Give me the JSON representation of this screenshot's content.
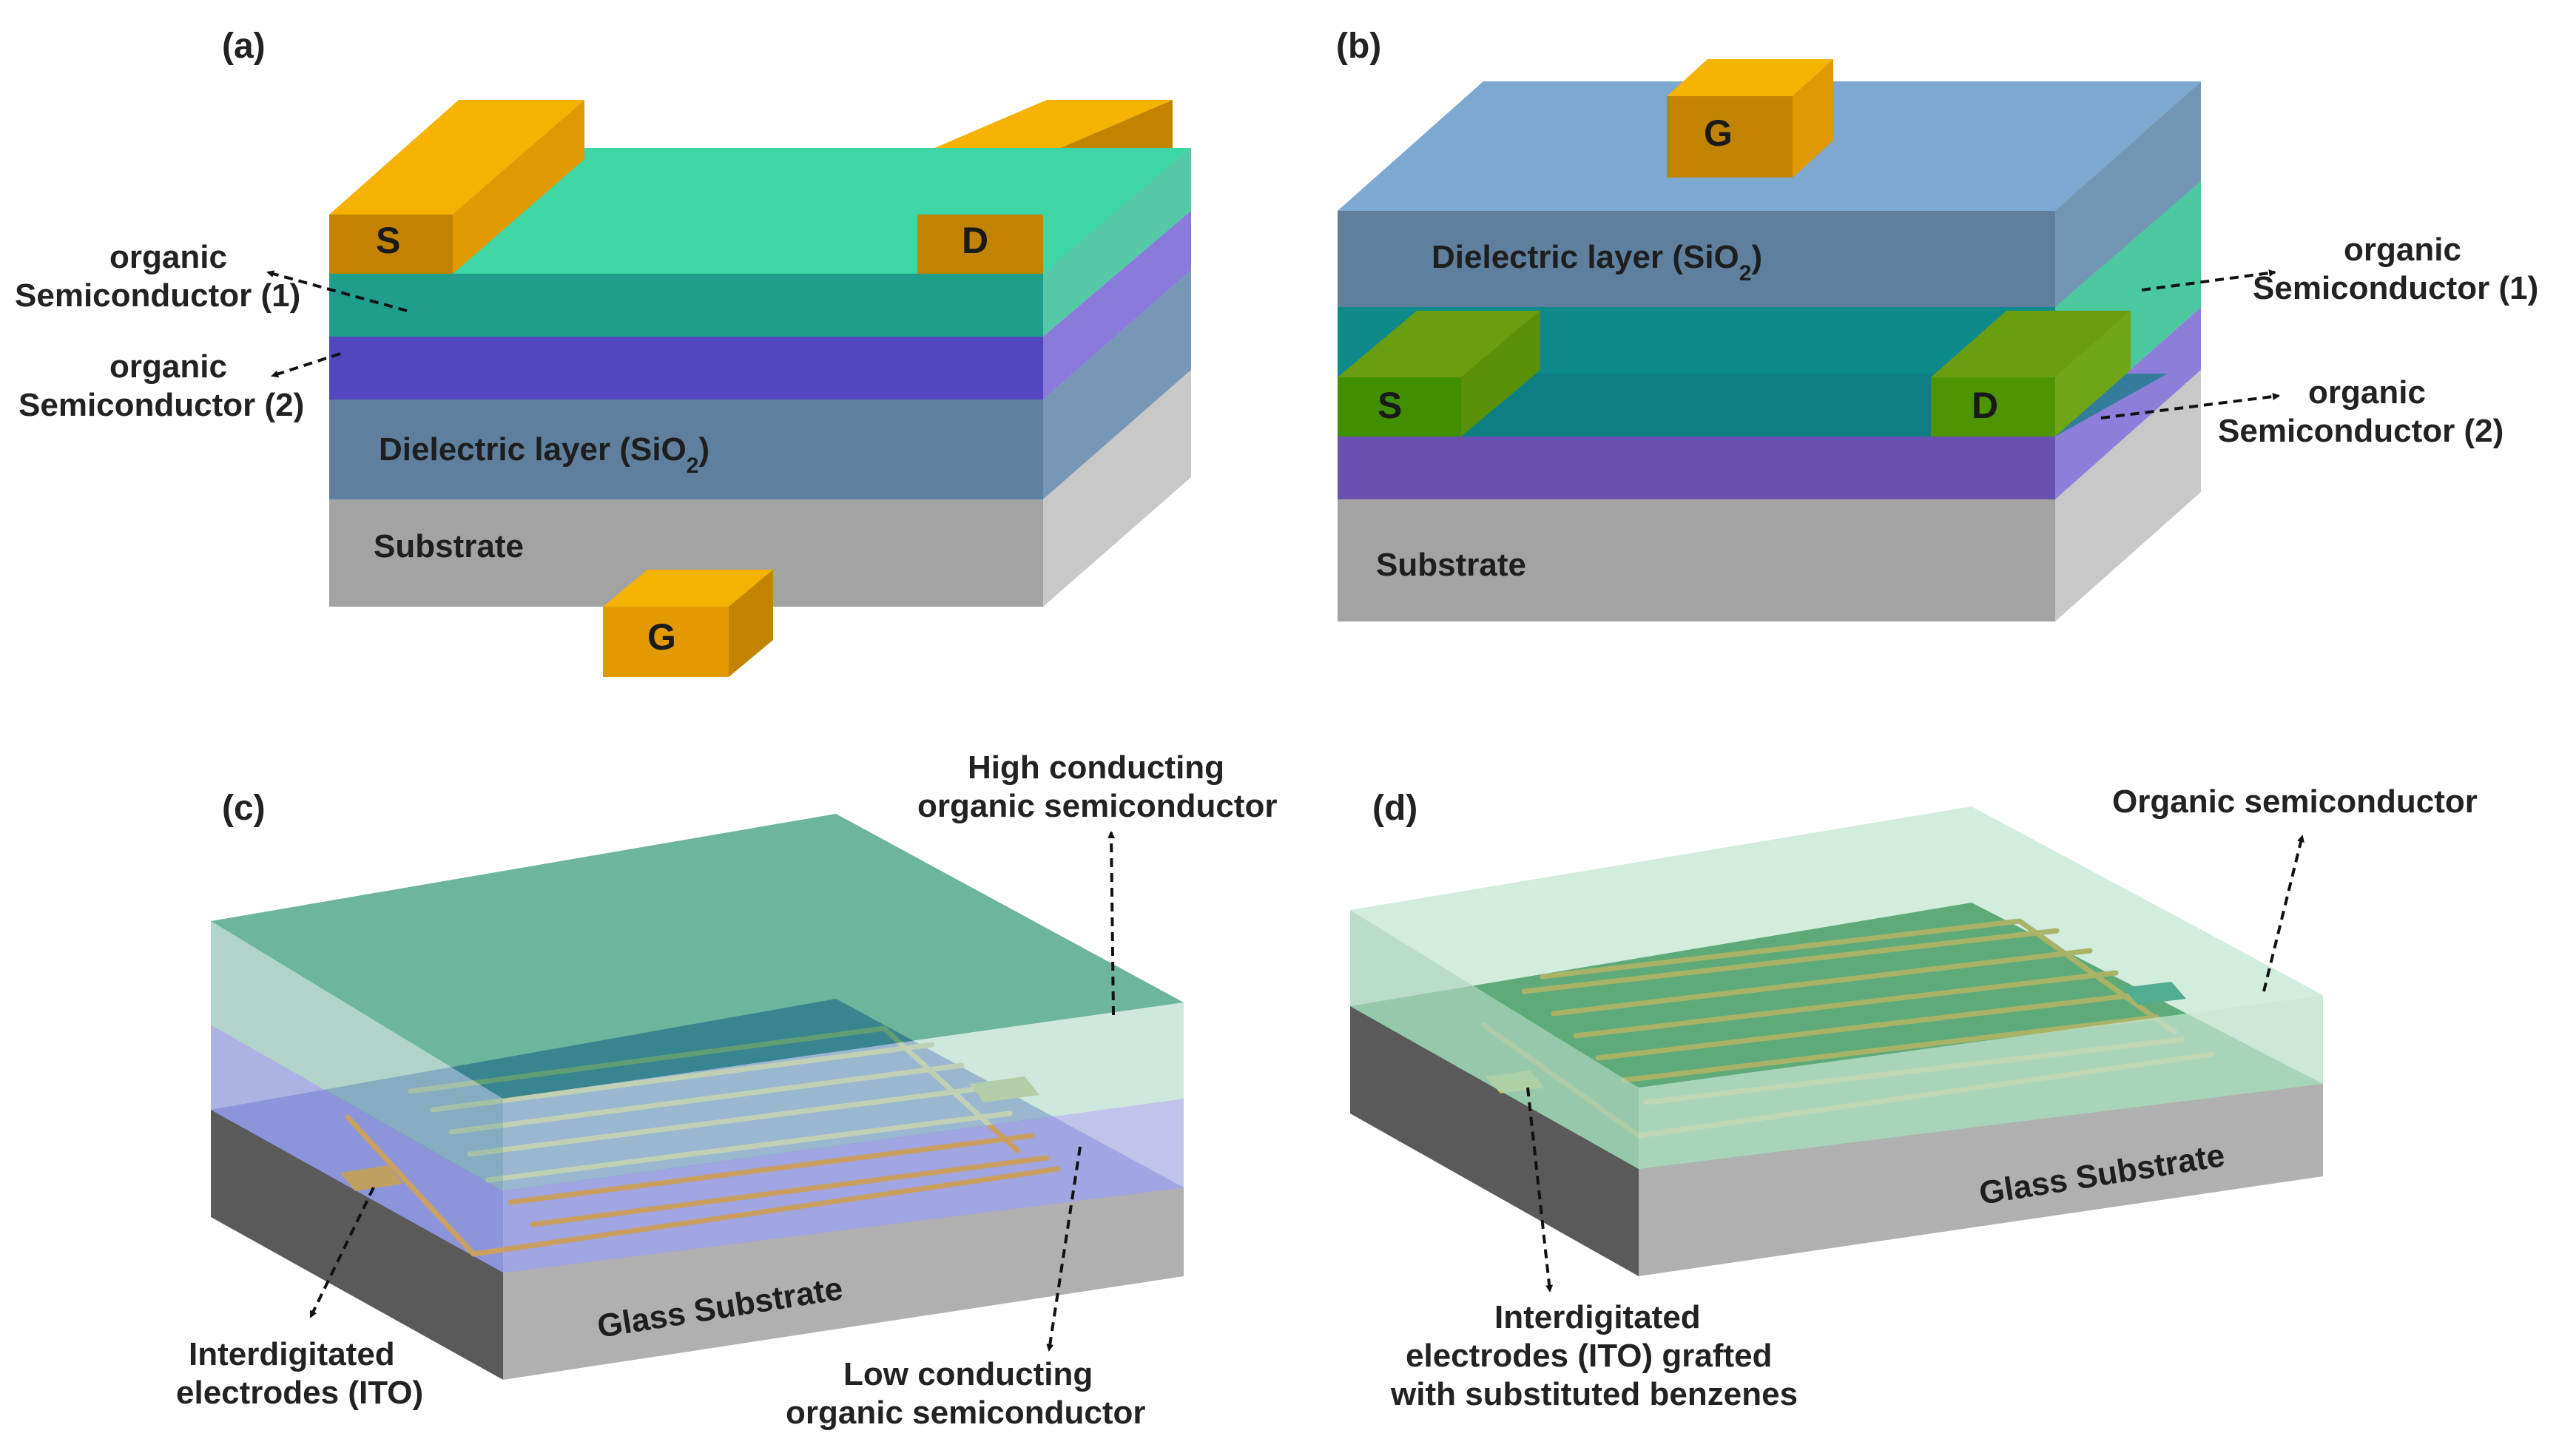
{
  "panels": {
    "a": {
      "label": "(a)",
      "source": "S",
      "drain": "D",
      "gate": "G",
      "semiconductor1": [
        "organic",
        "Semiconductor (1)"
      ],
      "semiconductor2": [
        "organic",
        "Semiconductor (2)"
      ],
      "dielectric": "Dielectric layer (SiO",
      "dielectric_sub": "2",
      "dielectric_close": ")",
      "substrate": "Substrate"
    },
    "b": {
      "label": "(b)",
      "gate": "G",
      "source": "S",
      "drain": "D",
      "dielectric": "Dielectric layer (SiO",
      "dielectric_sub": "2",
      "dielectric_close": ")",
      "semiconductor1": [
        "organic",
        "Semiconductor (1)"
      ],
      "semiconductor2": [
        "organic",
        "Semiconductor (2)"
      ],
      "substrate": "Substrate"
    },
    "c": {
      "label": "(c)",
      "high_conducting": [
        "High conducting",
        "organic semiconductor"
      ],
      "low_conducting": [
        "Low conducting",
        "organic semiconductor"
      ],
      "electrodes": [
        "Interdigitated",
        "electrodes (ITO)"
      ],
      "substrate": "Glass Substrate"
    },
    "d": {
      "label": "(d)",
      "semiconductor": "Organic semiconductor",
      "electrodes": [
        "Interdigitated",
        "electrodes (ITO) grafted",
        "with substituted benzenes"
      ],
      "substrate": "Glass Substrate"
    }
  },
  "colors": {
    "electrode_gold": "#F5A800",
    "electrode_gold_dark": "#C28100",
    "semiconductor_green": "#3DD6A4",
    "semiconductor_purple": "#5A46C0",
    "dielectric_blue": "#5E86A8",
    "substrate_gray": "#A6A6A6",
    "bottom_gate_green": "#3F8F00",
    "ito_blue": "#3040C8"
  }
}
